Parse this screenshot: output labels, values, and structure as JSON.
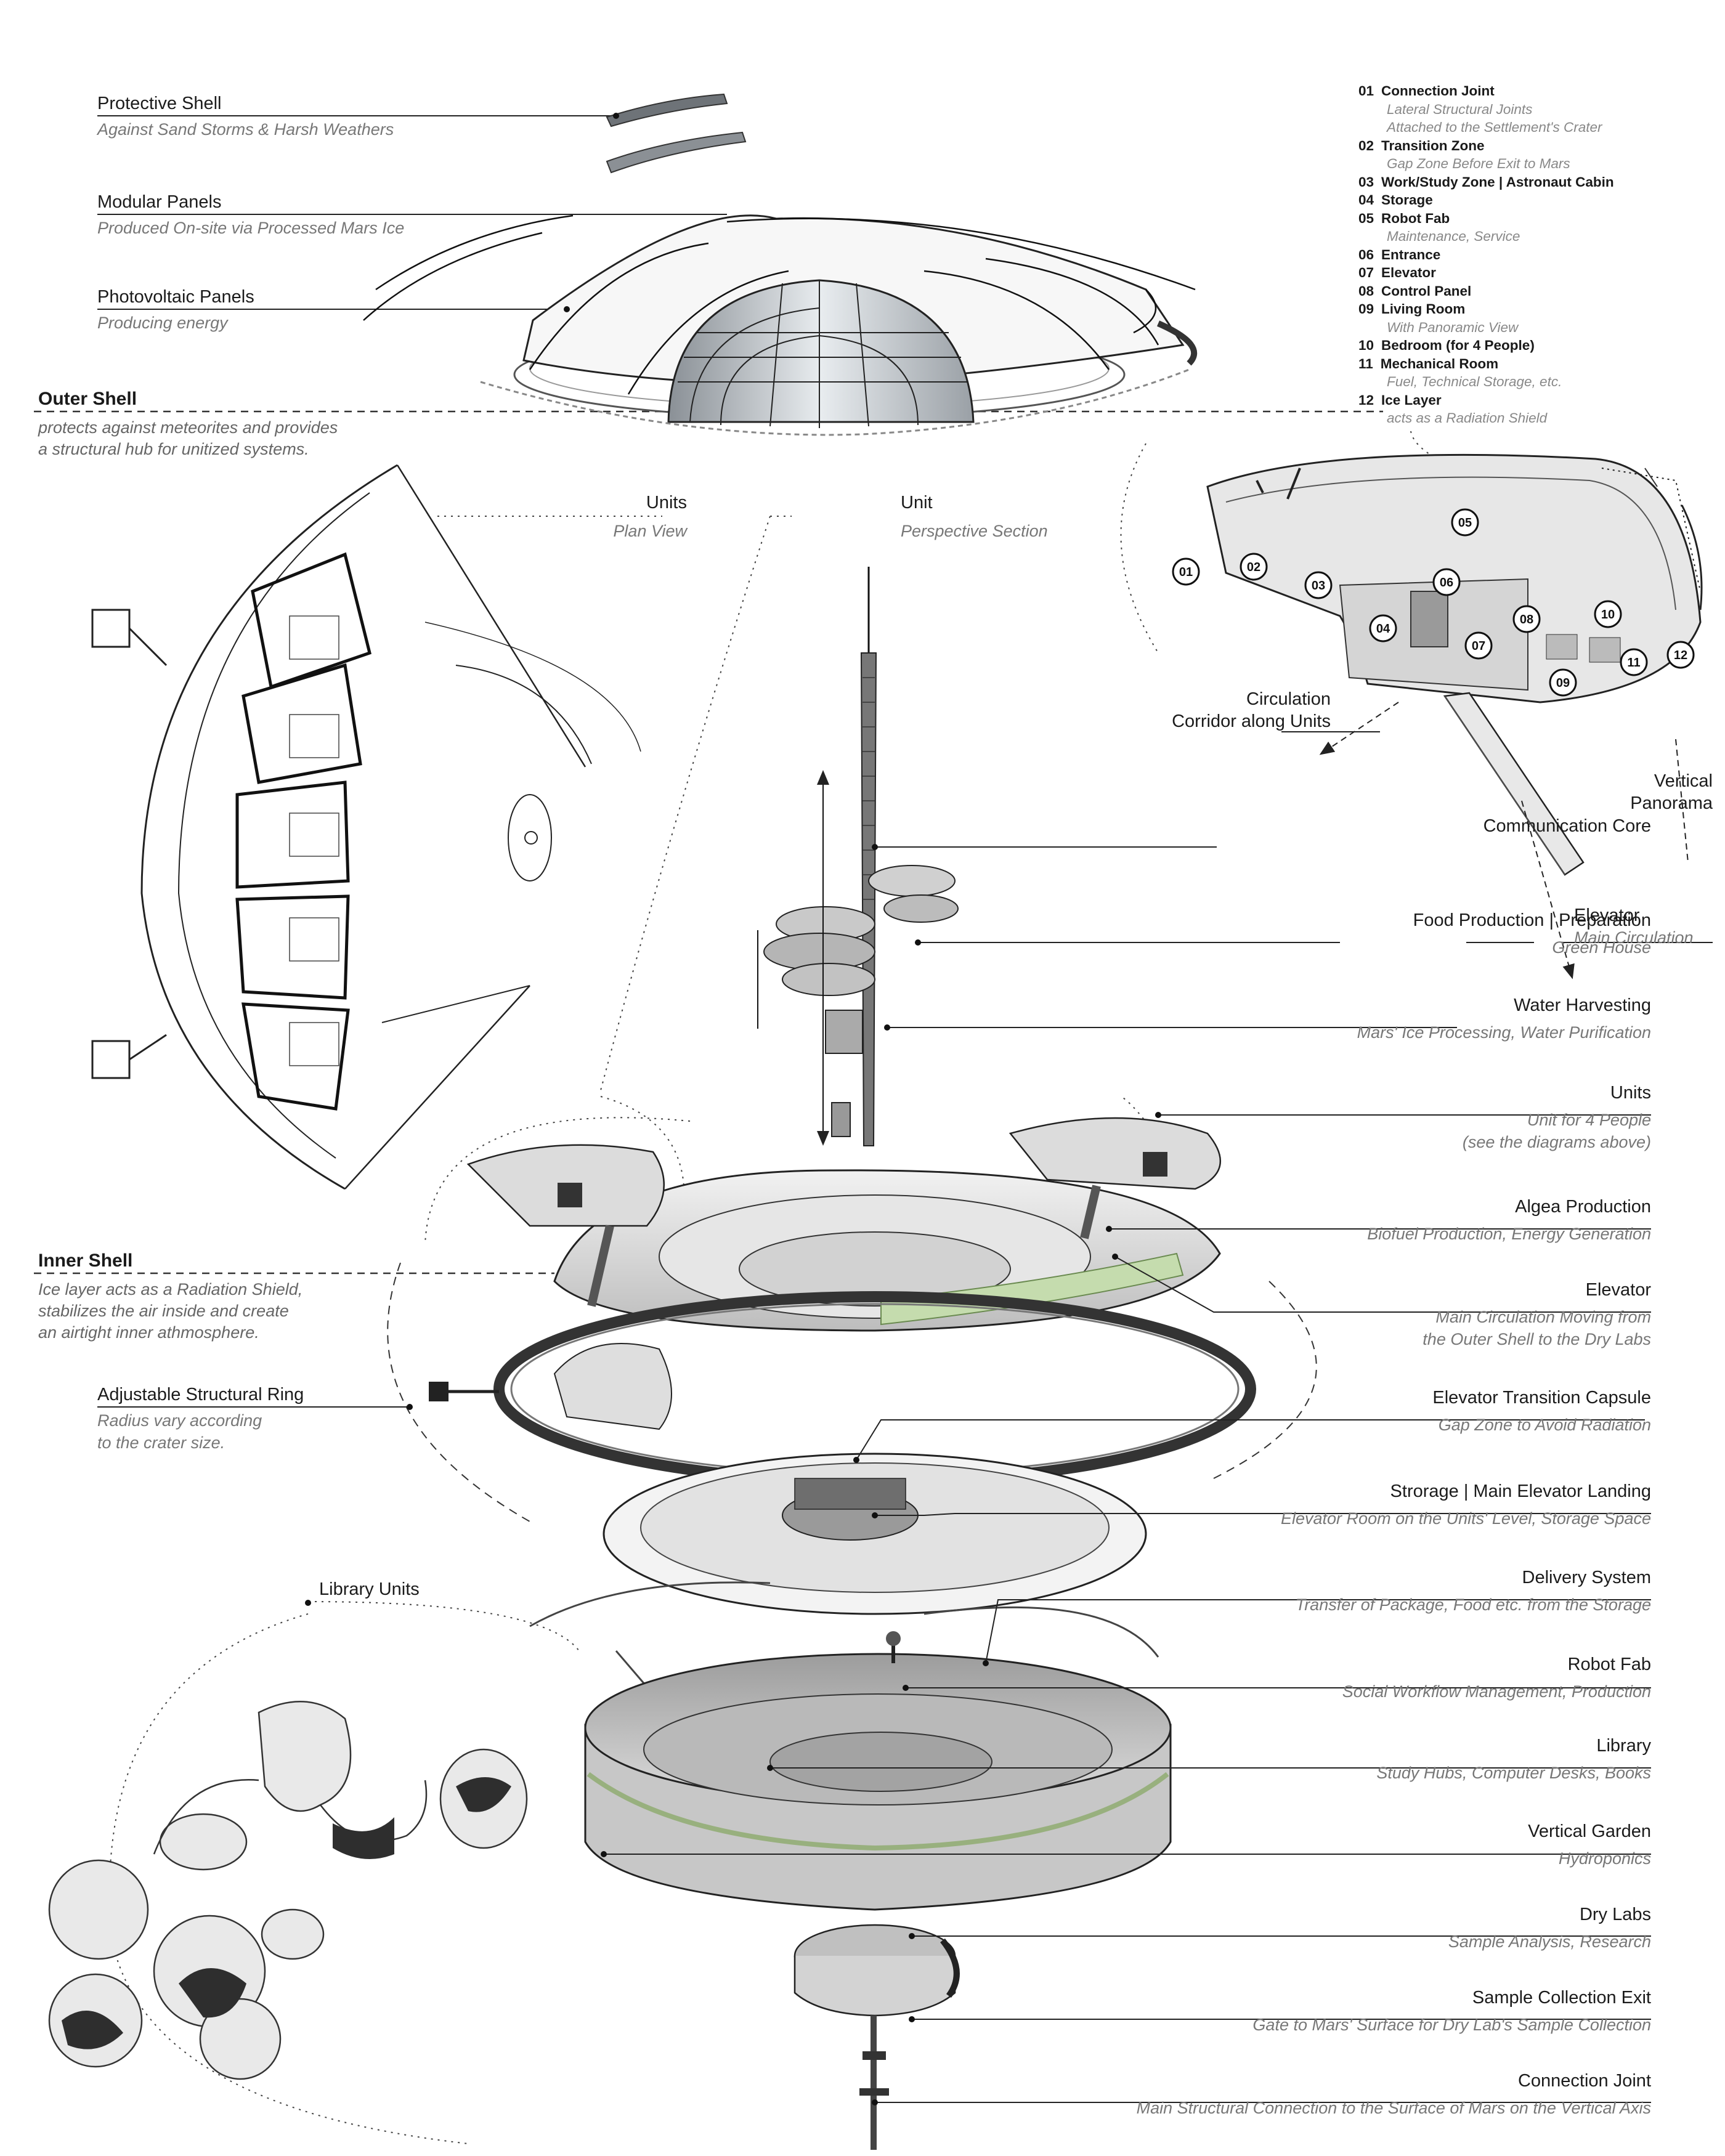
{
  "colors": {
    "ink": "#1a1a1a",
    "muted": "#777777",
    "structure": "#3a3a3a",
    "glass": "#c8ced3",
    "algae": "#a9c98a"
  },
  "outer_shell": {
    "title": "Outer Shell",
    "desc_1": "protects against meteorites and provides",
    "desc_2": "a structural hub for unitized systems."
  },
  "inner_shell": {
    "title": "Inner Shell",
    "desc_1": "Ice layer acts as a Radiation Shield,",
    "desc_2": "stabilizes the air inside and create",
    "desc_3": "an airtight inner athmosphere."
  },
  "left_labels": [
    {
      "title": "Protective Shell",
      "sub": "Against Sand Storms & Harsh Weathers"
    },
    {
      "title": "Modular Panels",
      "sub": "Produced On-site via Processed Mars Ice"
    },
    {
      "title": "Photovoltaic Panels",
      "sub": "Producing energy"
    },
    {
      "title": "Adjustable Structural Ring",
      "sub": "Radius vary according",
      "sub2": "to the crater size."
    }
  ],
  "views": {
    "units_title": "Units",
    "units_sub": "Plan View",
    "unit_title": "Unit",
    "unit_sub": "Perspective Section"
  },
  "legend": [
    {
      "num": "01",
      "title": "Connection Joint",
      "subs": [
        "Lateral Structural Joints",
        "Attached to the Settlement's Crater"
      ]
    },
    {
      "num": "02",
      "title": "Transition Zone",
      "subs": [
        "Gap Zone Before Exit to Mars"
      ]
    },
    {
      "num": "03",
      "title": "Work/Study Zone | Astronaut Cabin",
      "subs": []
    },
    {
      "num": "04",
      "title": "Storage",
      "subs": []
    },
    {
      "num": "05",
      "title": "Robot Fab",
      "subs": [
        "Maintenance, Service"
      ]
    },
    {
      "num": "06",
      "title": "Entrance",
      "subs": []
    },
    {
      "num": "07",
      "title": "Elevator",
      "subs": []
    },
    {
      "num": "08",
      "title": "Control Panel",
      "subs": []
    },
    {
      "num": "09",
      "title": "Living Room",
      "subs": [
        "With Panoramic View"
      ]
    },
    {
      "num": "10",
      "title": "Bedroom (for 4 People)",
      "subs": []
    },
    {
      "num": "11",
      "title": "Mechanical Room",
      "subs": [
        "Fuel, Technical Storage, etc."
      ]
    },
    {
      "num": "12",
      "title": "Ice Layer",
      "subs": [
        "acts as a Radiation Shield"
      ]
    }
  ],
  "unit_callouts": [
    "01",
    "02",
    "03",
    "04",
    "05",
    "06",
    "07",
    "08",
    "09",
    "10",
    "11",
    "12"
  ],
  "unit_section": {
    "circulation_1": "Circulation",
    "circulation_2": "Corridor along Units",
    "vertical_1": "Vertical",
    "vertical_2": "Panorama",
    "elevator_title": "Elevator",
    "elevator_sub": "Main Circulation"
  },
  "library_units": "Library Units",
  "right_labels": [
    {
      "title": "Communication Core",
      "sub": ""
    },
    {
      "title": "Food Production | Preparation",
      "sub": "Green House"
    },
    {
      "title": "Water Harvesting",
      "sub": "Mars' Ice Processing, Water Purification"
    },
    {
      "title": "Units",
      "sub": "Unit for 4 People",
      "sub2": "(see the diagrams above)"
    },
    {
      "title": "Algea Production",
      "sub": "Biofuel Production, Energy  Generation"
    },
    {
      "title": "Elevator",
      "sub": "Main Circulation Moving from",
      "sub2": "the Outer Shell to the Dry Labs"
    },
    {
      "title": "Elevator Transition Capsule",
      "sub": "Gap Zone to Avoid Radiation"
    },
    {
      "title": "Strorage | Main Elevator Landing",
      "sub": "Elevator Room on the Units' Level, Storage Space"
    },
    {
      "title": "Delivery System",
      "sub": "Transfer of Package, Food etc. from the Storage"
    },
    {
      "title": "Robot Fab",
      "sub": "Social Workflow Management, Production"
    },
    {
      "title": "Library",
      "sub": "Study Hubs, Computer Desks, Books"
    },
    {
      "title": "Vertical Garden",
      "sub": "Hydroponics"
    },
    {
      "title": "Dry Labs",
      "sub": "Sample Analysis, Research"
    },
    {
      "title": "Sample Collection Exit",
      "sub": "Gate to Mars' Surface for Dry Lab's Sample Collection"
    },
    {
      "title": "Connection Joint",
      "sub": "Main Structural Connection to the Surface of Mars on the Vertical Axis"
    }
  ]
}
